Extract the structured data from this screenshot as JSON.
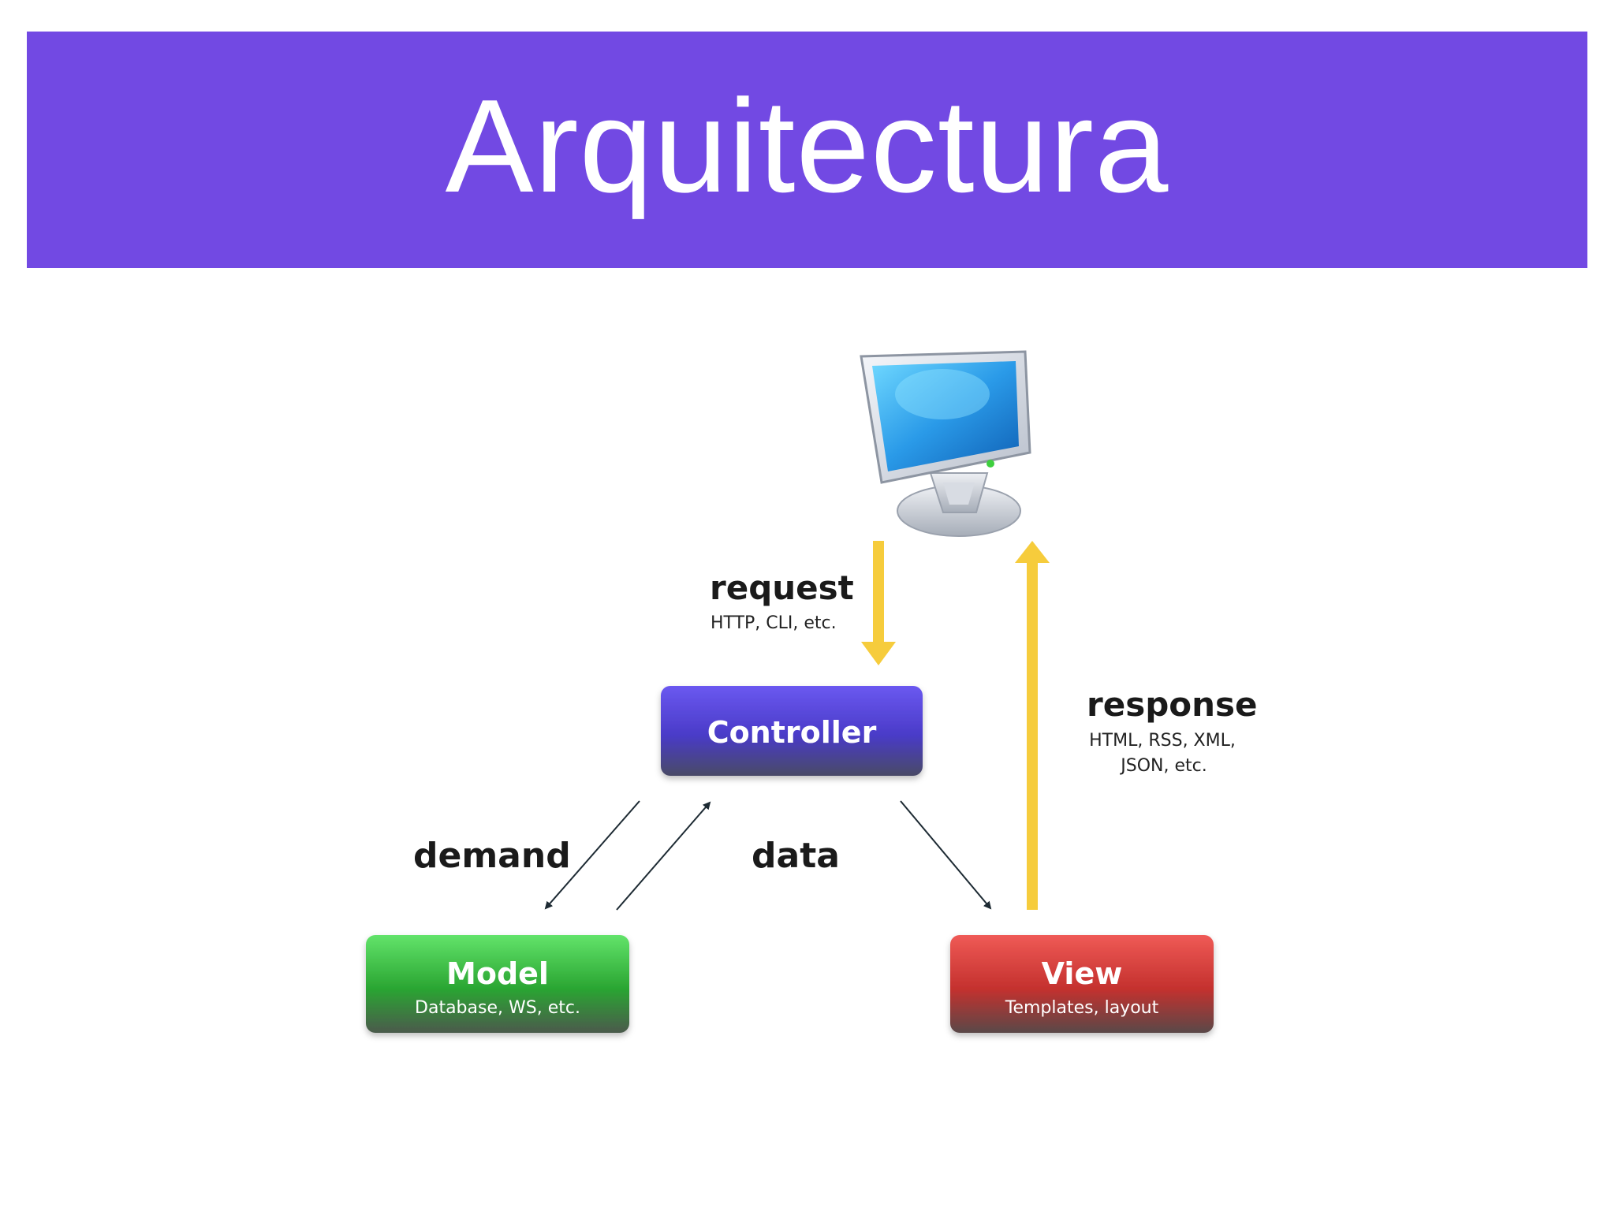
{
  "slide": {
    "title": "Arquitectura",
    "title_bg_color": "#7249e3"
  },
  "diagram": {
    "client_icon": "monitor-icon",
    "request": {
      "label": "request",
      "sublabel": "HTTP, CLI, etc."
    },
    "response": {
      "label": "response",
      "sublabel_line1": "HTML, RSS, XML,",
      "sublabel_line2": "JSON, etc."
    },
    "demand": {
      "label": "demand"
    },
    "data": {
      "label": "data"
    },
    "controller": {
      "label": "Controller",
      "color": "#5340d6"
    },
    "model": {
      "label": "Model",
      "sublabel": "Database, WS, etc.",
      "color": "#3cc447"
    },
    "view": {
      "label": "View",
      "sublabel": "Templates, layout",
      "color": "#d9403e"
    },
    "arrow_color": "#f6cc3c"
  }
}
